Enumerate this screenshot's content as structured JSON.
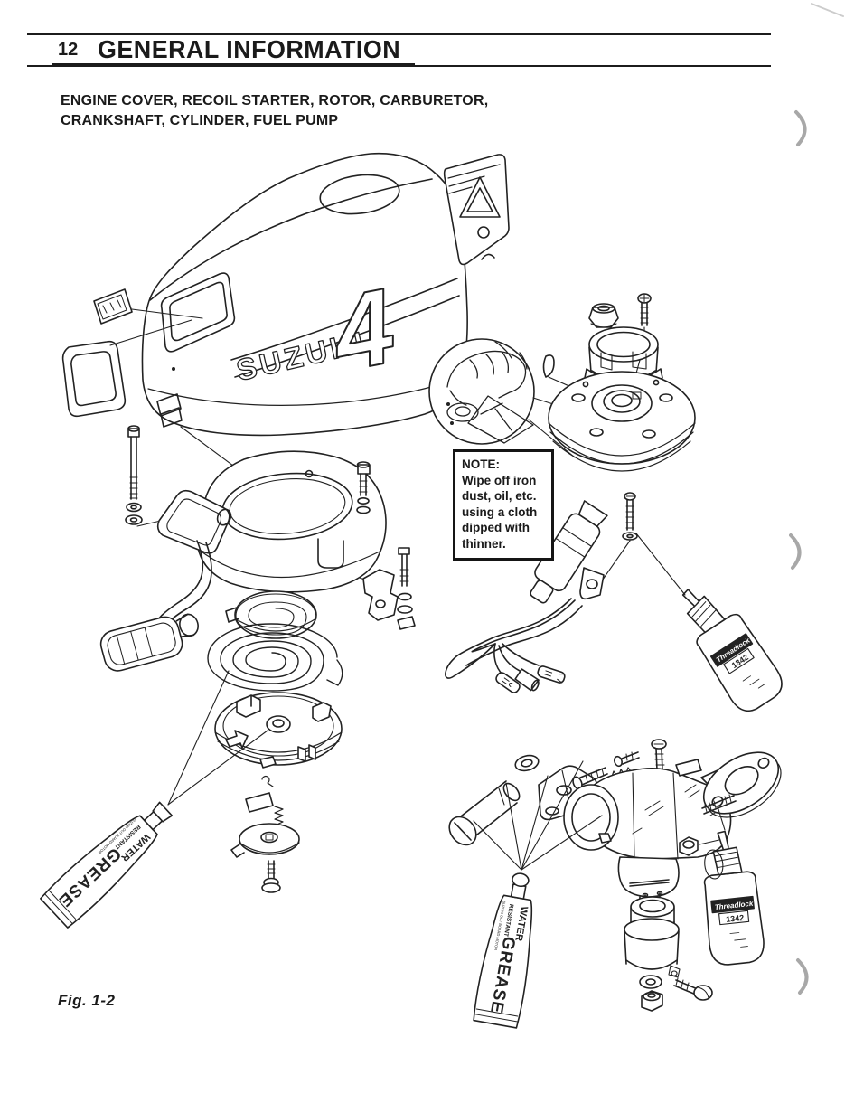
{
  "page": {
    "number": "12",
    "section_title": "GENERAL INFORMATION",
    "subtitle_line1": "ENGINE COVER, RECOIL STARTER, ROTOR, CARBURETOR,",
    "subtitle_line2": "CRANKSHAFT, CYLINDER, FUEL PUMP",
    "figure_caption": "Fig. 1-2"
  },
  "note": {
    "title": "NOTE:",
    "line1": "Wipe off iron",
    "line2": "dust, oil, etc.",
    "line3": "using a cloth",
    "line4": "dipped with",
    "line5": "thinner."
  },
  "engine_cover": {
    "brand": "SUZUKI",
    "model": "4"
  },
  "grease_tube": {
    "water": "WATER",
    "resistant": "RESISTANT",
    "grease": "GREASE",
    "maker": "SUZUKI OUT BOARD MOTOR"
  },
  "threadlock": {
    "name": "Threadlock",
    "code": "1342"
  },
  "colors": {
    "ink": "#1c1c1c",
    "paper": "#ffffff"
  }
}
